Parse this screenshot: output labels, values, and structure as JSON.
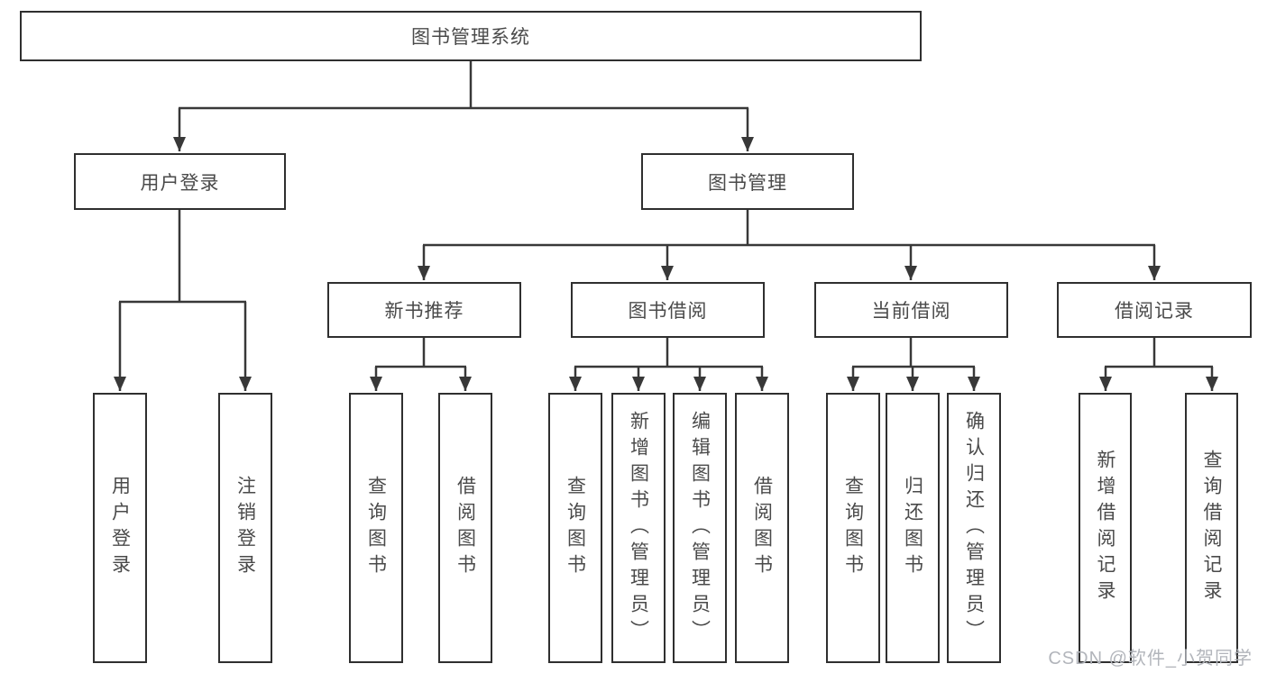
{
  "tree": {
    "label": "图书管理系统",
    "children": [
      {
        "label": "用户登录",
        "children": [
          {
            "label": "用户登录"
          },
          {
            "label": "注销登录"
          }
        ]
      },
      {
        "label": "图书管理",
        "children": [
          {
            "label": "新书推荐",
            "children": [
              {
                "label": "查询图书"
              },
              {
                "label": "借阅图书"
              }
            ]
          },
          {
            "label": "图书借阅",
            "children": [
              {
                "label": "查询图书"
              },
              {
                "label": "新增图书（管理员）"
              },
              {
                "label": "编辑图书（管理员）"
              },
              {
                "label": "借阅图书"
              }
            ]
          },
          {
            "label": "当前借阅",
            "children": [
              {
                "label": "查询图书"
              },
              {
                "label": "归还图书"
              },
              {
                "label": "确认归还（管理员）"
              }
            ]
          },
          {
            "label": "借阅记录",
            "children": [
              {
                "label": "新增借阅记录"
              },
              {
                "label": "查询借阅记录"
              }
            ]
          }
        ]
      }
    ]
  },
  "watermark": {
    "text": "CSDN @软件_小贺同学"
  },
  "colors": {
    "line": "#383838",
    "box_border": "#2f2f2f",
    "text": "#4a4a4a",
    "watermark": "#b2b5bb",
    "background": "#ffffff"
  }
}
